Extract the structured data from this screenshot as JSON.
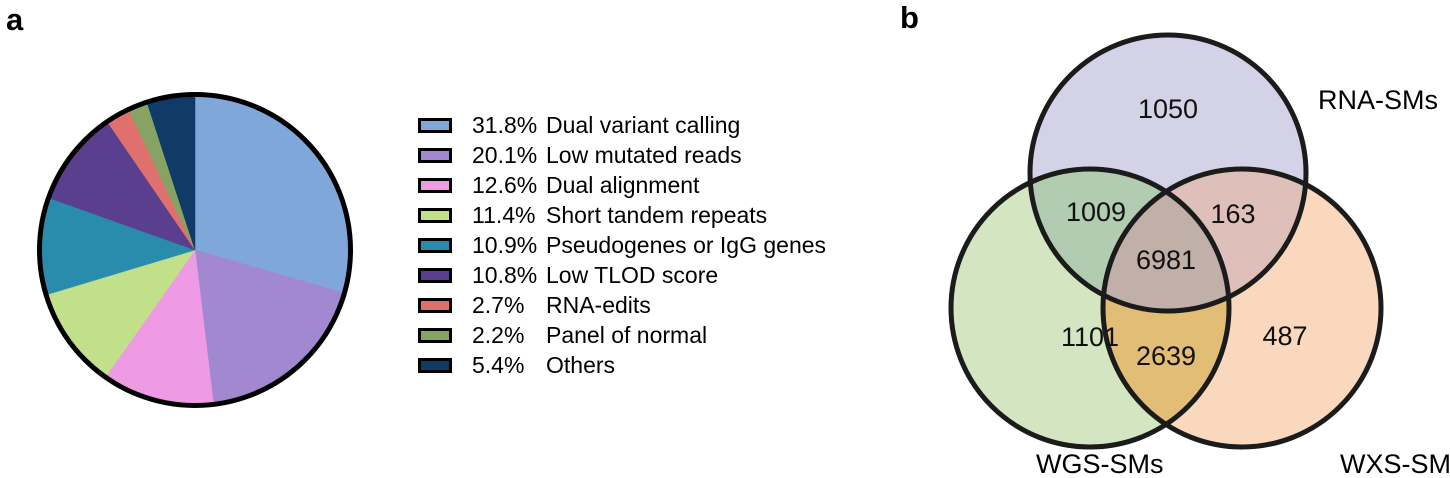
{
  "figure": {
    "panel_a_letter": "a",
    "panel_b_letter": "b"
  },
  "chart_data": [
    {
      "type": "pie",
      "title": "",
      "panel": "a",
      "start_angle_deg": 0,
      "direction": "clockwise",
      "unit": "%",
      "categories": [
        "Dual variant calling",
        "Low mutated reads",
        "Dual alignment",
        "Short tandem repeats",
        "Pseudogenes or IgG genes",
        "Low TLOD score",
        "RNA-edits",
        "Panel of normal",
        "Others"
      ],
      "values": [
        31.8,
        20.1,
        12.6,
        11.4,
        10.9,
        10.8,
        2.7,
        2.2,
        5.4
      ],
      "value_labels": [
        "31.8%",
        "20.1%",
        "12.6%",
        "11.4%",
        "10.9%",
        "10.8%",
        "2.7%",
        "2.2%",
        "5.4%"
      ],
      "colors": [
        "#7fa7d9",
        "#a188d0",
        "#ef9ae4",
        "#c1e089",
        "#2a8cac",
        "#5b3f8f",
        "#e0706d",
        "#87a364",
        "#103a68"
      ],
      "legend_position": "right",
      "slices": [
        {
          "label": "Dual variant calling",
          "value": 31.8,
          "value_label": "31.8%",
          "color": "#7fa7d9"
        },
        {
          "label": "Low mutated reads",
          "value": 20.1,
          "value_label": "20.1%",
          "color": "#a188d0"
        },
        {
          "label": "Dual alignment",
          "value": 12.6,
          "value_label": "12.6%",
          "color": "#ef9ae4"
        },
        {
          "label": "Short tandem repeats",
          "value": 11.4,
          "value_label": "11.4%",
          "color": "#c1e089"
        },
        {
          "label": "Pseudogenes or IgG genes",
          "value": 10.9,
          "value_label": "10.9%",
          "color": "#2a8cac"
        },
        {
          "label": "Low TLOD score",
          "value": 10.8,
          "value_label": "10.8%",
          "color": "#5b3f8f"
        },
        {
          "label": "RNA-edits",
          "value": 2.7,
          "value_label": "2.7%",
          "color": "#e0706d"
        },
        {
          "label": "Panel of normal",
          "value": 2.2,
          "value_label": "2.2%",
          "color": "#87a364"
        },
        {
          "label": "Others",
          "value": 5.4,
          "value_label": "5.4%",
          "color": "#103a68"
        }
      ]
    },
    {
      "type": "venn",
      "panel": "b",
      "title": "",
      "sets": [
        {
          "name": "RNA-SMs",
          "color": "#d3d2e6"
        },
        {
          "name": "WGS-SMs",
          "color": "#cde2b8"
        },
        {
          "name": "WXS-SMs",
          "color": "#f9d3b5"
        }
      ],
      "regions": [
        {
          "id": "rna-only",
          "sets": [
            "RNA-SMs"
          ],
          "value": 1050
        },
        {
          "id": "wgs-only",
          "sets": [
            "WGS-SMs"
          ],
          "value": 1101
        },
        {
          "id": "wxs-only",
          "sets": [
            "WXS-SMs"
          ],
          "value": 487
        },
        {
          "id": "rna-wgs",
          "sets": [
            "RNA-SMs",
            "WGS-SMs"
          ],
          "value": 1009
        },
        {
          "id": "rna-wxs",
          "sets": [
            "RNA-SMs",
            "WXS-SMs"
          ],
          "value": 163
        },
        {
          "id": "wgs-wxs",
          "sets": [
            "WGS-SMs",
            "WXS-SMs"
          ],
          "value": 2639
        },
        {
          "id": "rna-wgs-wxs",
          "sets": [
            "RNA-SMs",
            "WGS-SMs",
            "WXS-SMs"
          ],
          "value": 6981
        }
      ]
    }
  ],
  "panel_a": {
    "legend": {
      "rows": [
        {
          "pct": "31.8%",
          "label": "Dual variant calling",
          "color": "#7fa7d9"
        },
        {
          "pct": "20.1%",
          "label": "Low mutated reads",
          "color": "#a188d0"
        },
        {
          "pct": "12.6%",
          "label": "Dual alignment",
          "color": "#ef9ae4"
        },
        {
          "pct": "11.4%",
          "label": "Short tandem repeats",
          "color": "#c1e089"
        },
        {
          "pct": "10.9%",
          "label": "Pseudogenes or IgG genes",
          "color": "#2a8cac"
        },
        {
          "pct": "10.8%",
          "label": "Low TLOD score",
          "color": "#5b3f8f"
        },
        {
          "pct": "2.7%",
          "label": "RNA-edits",
          "color": "#e0706d"
        },
        {
          "pct": "2.2%",
          "label": "Panel of normal",
          "color": "#87a364"
        },
        {
          "pct": "5.4%",
          "label": "Others",
          "color": "#103a68"
        }
      ]
    }
  },
  "panel_b": {
    "set_labels": {
      "rna": "RNA-SMs",
      "wgs": "WGS-SMs",
      "wxs": "WXS-SMs"
    },
    "counts": {
      "rna_only": "1050",
      "wgs_only": "1101",
      "wxs_only": "487",
      "rna_wgs": "1009",
      "rna_wxs": "163",
      "wgs_wxs": "2639",
      "all_three": "6981"
    }
  }
}
